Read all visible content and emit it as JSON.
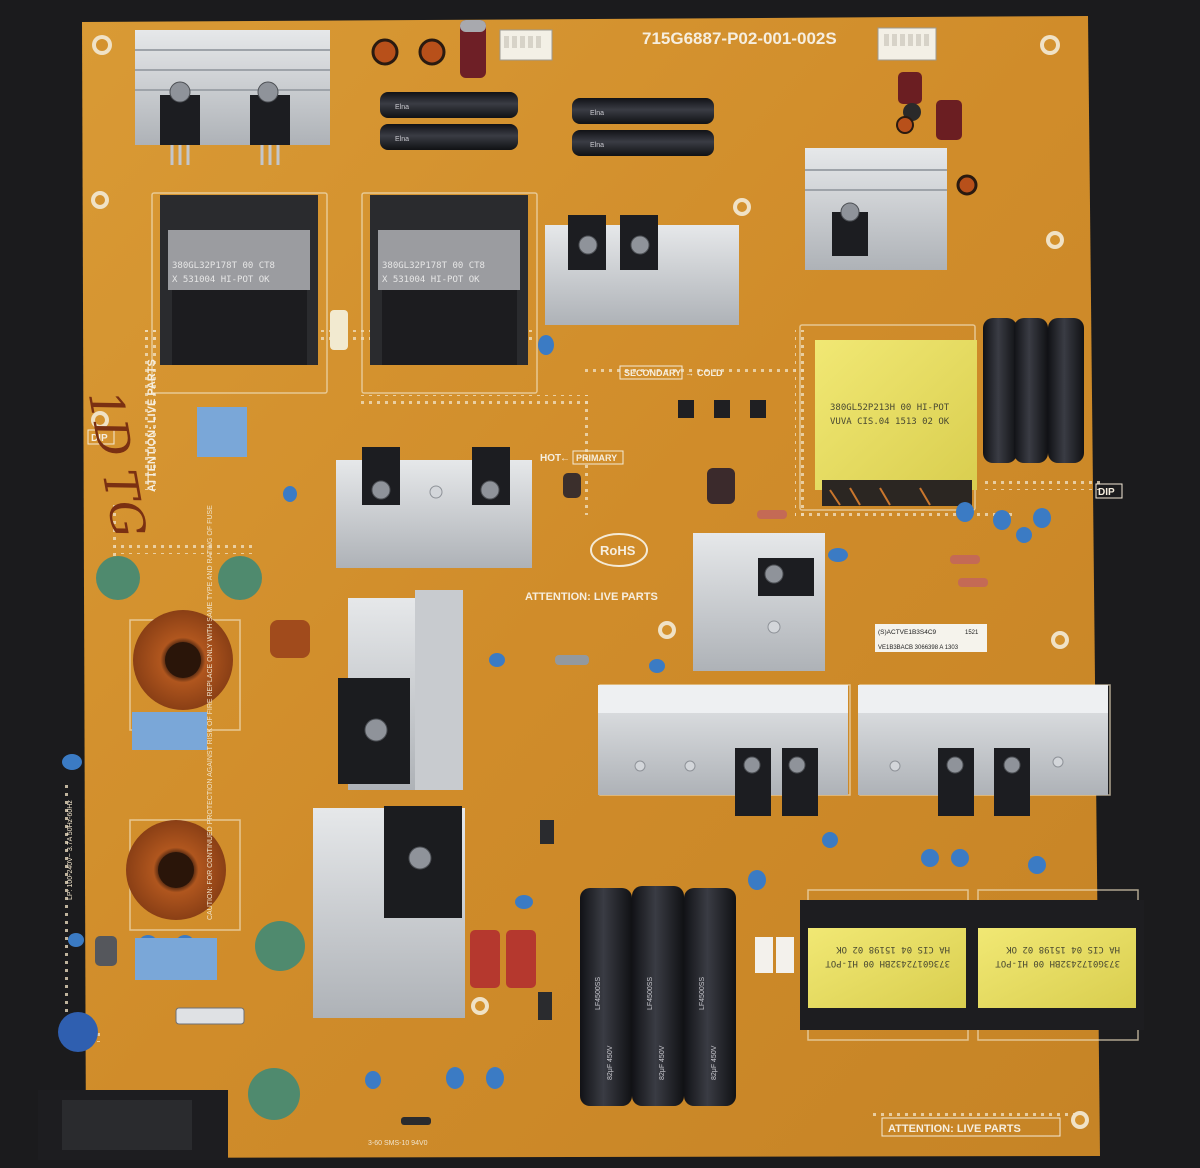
{
  "board": {
    "part_number": "715G6887-P02-001-002S",
    "attention_live_parts": "ATTENTION: LIVE PARTS",
    "secondary_cold": "SECONDARY",
    "cold": "COLD",
    "hot_primary": "PRIMARY",
    "hot": "HOT",
    "rohs": "RoHS",
    "dip": "DIP",
    "input_rating": "LP: 100-240V~ 3.7A 50Hz-60Hz",
    "caution": "CAUTION: FOR CONTINUED PROTECTION AGAINST RISK OF FIRE REPLACE ONLY WITH SAME TYPE AND RATING OF FUSE",
    "bottom_code": "3-60 SMS-10 94V0",
    "handwriting": "1D TG",
    "barcode_label": {
      "line1": "(S)ACTVE1B3S4C9",
      "line2": "VE1B3BACB 3066398 A 1303",
      "side": "1521"
    },
    "transformer_labels": {
      "standby": [
        "380GL32P178T 00 CT8",
        "X 531004 HI-POT OK"
      ],
      "main": [
        "380GL52P213H 00 HI-POT",
        "VUVA CIS.04 1513 02 OK"
      ],
      "output": [
        "373G0172432BH 00 HI-POT",
        "HA CIS 04 15198 02 OK"
      ]
    },
    "capacitor_labels": [
      "82μF 450V",
      "LF4500SS",
      "Elna"
    ],
    "colors": {
      "pcb": "#d4922e",
      "silkscreen": "#f4ead6",
      "heatsink": "#c9ccd0",
      "transformer_yellow": "#e9df64",
      "capacitor_black": "#1e1f24"
    }
  }
}
